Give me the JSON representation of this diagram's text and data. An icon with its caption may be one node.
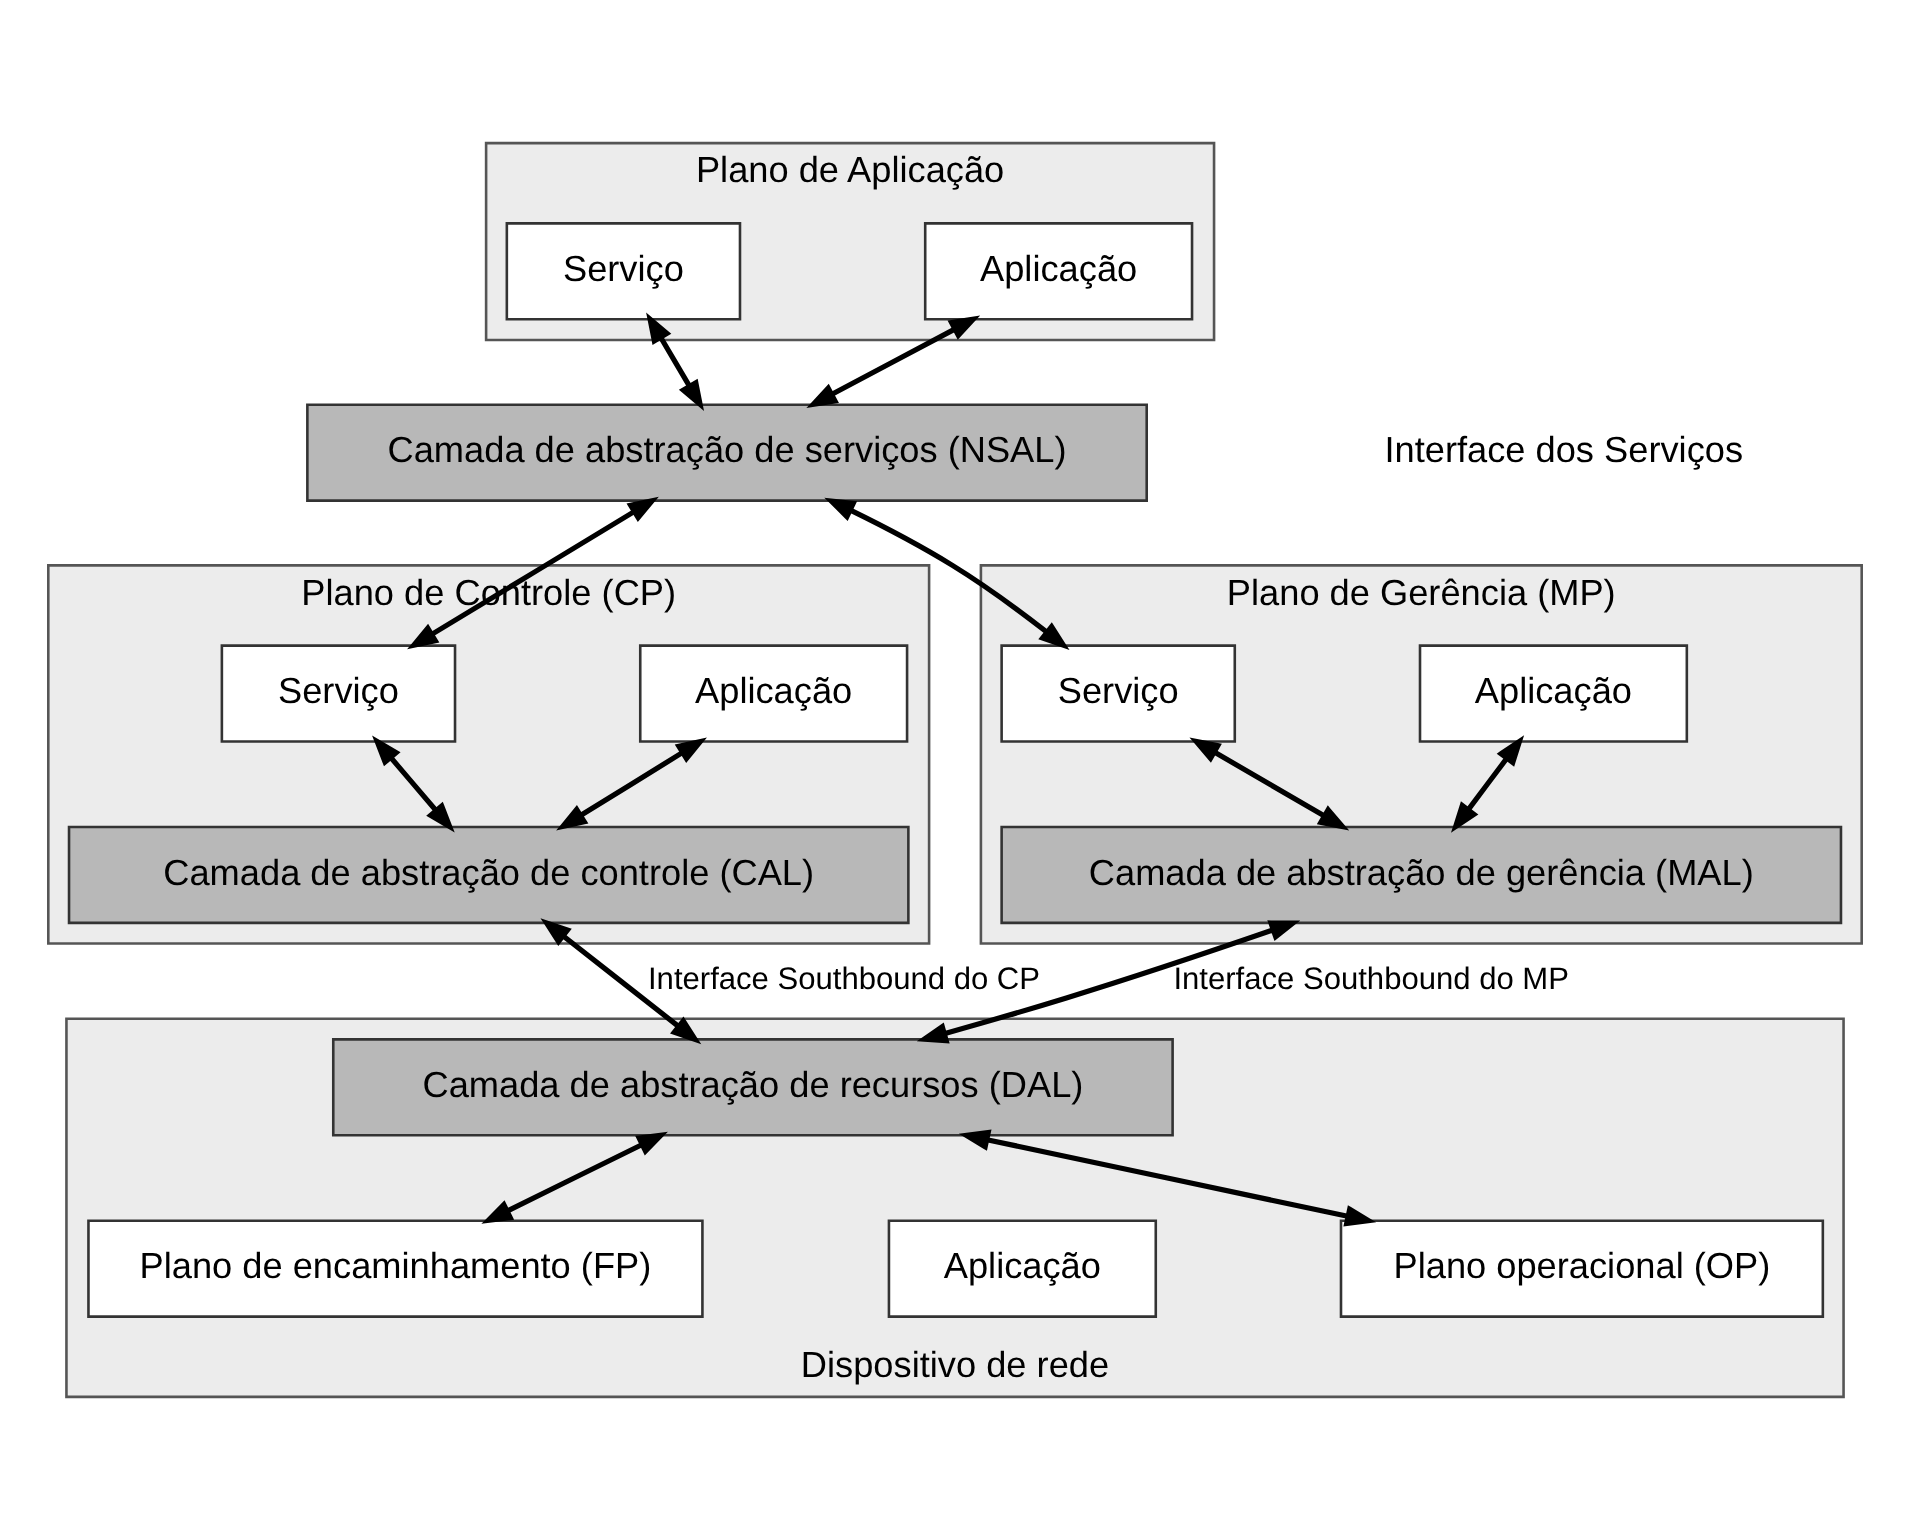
{
  "diagram": {
    "nodes": [
      {
        "text": [
          "Plano de Aplicação"
        ]
      },
      {
        "text": [
          "Serviço"
        ],
        "in": 0
      },
      {
        "text": [
          "Aplicação"
        ],
        "in": 0
      },
      {
        "text": [
          "Camada de abstração de serviços (NSAL)"
        ]
      },
      {
        "text": [
          "Plano de Controle (CP)"
        ]
      },
      {
        "text": [
          "Serviço"
        ],
        "in": 4
      },
      {
        "text": [
          "Aplicação"
        ],
        "in": 4
      },
      {
        "text": [
          "Camada de abstração de controle (CAL)"
        ],
        "in": 4
      },
      {
        "text": [
          "Plano de Gerência (MP)"
        ]
      },
      {
        "text": [
          "Serviço"
        ],
        "in": 8
      },
      {
        "text": [
          "Aplicação"
        ],
        "in": 8
      },
      {
        "text": [
          "Camada de abstração de gerência (MAL)"
        ],
        "in": 8
      },
      {
        "text": [
          "Dispositivo de rede"
        ]
      },
      {
        "text": [
          "Camada de abstração de recursos (DAL)"
        ],
        "in": 12
      },
      {
        "text": [
          "Plano de encaminhamento (FP)"
        ],
        "in": 12
      },
      {
        "text": [
          "Aplicação"
        ],
        "in": 12
      },
      {
        "text": [
          "Plano operacional (OP)"
        ],
        "in": 12
      }
    ],
    "edges": [
      {
        "from": 1,
        "to": 3,
        "arrow": "both"
      },
      {
        "from": 2,
        "to": 3,
        "arrow": "both"
      },
      {
        "from": 3,
        "to": 5,
        "arrow": "both"
      },
      {
        "from": 3,
        "to": 9,
        "arrow": "both"
      },
      {
        "from": 5,
        "to": 7,
        "arrow": "both"
      },
      {
        "from": 6,
        "to": 7,
        "arrow": "both"
      },
      {
        "from": 9,
        "to": 11,
        "arrow": "both"
      },
      {
        "from": 10,
        "to": 11,
        "arrow": "both"
      },
      {
        "from": 7,
        "to": 13,
        "arrow": "both",
        "label": "Interface Southbound do CP"
      },
      {
        "from": 11,
        "to": 13,
        "arrow": "both",
        "label": "Interface Southbound do MP"
      },
      {
        "from": 13,
        "to": 14,
        "arrow": "both"
      },
      {
        "from": 13,
        "to": 16,
        "arrow": "both"
      }
    ],
    "labels": [
      "Interface dos Serviços"
    ]
  }
}
